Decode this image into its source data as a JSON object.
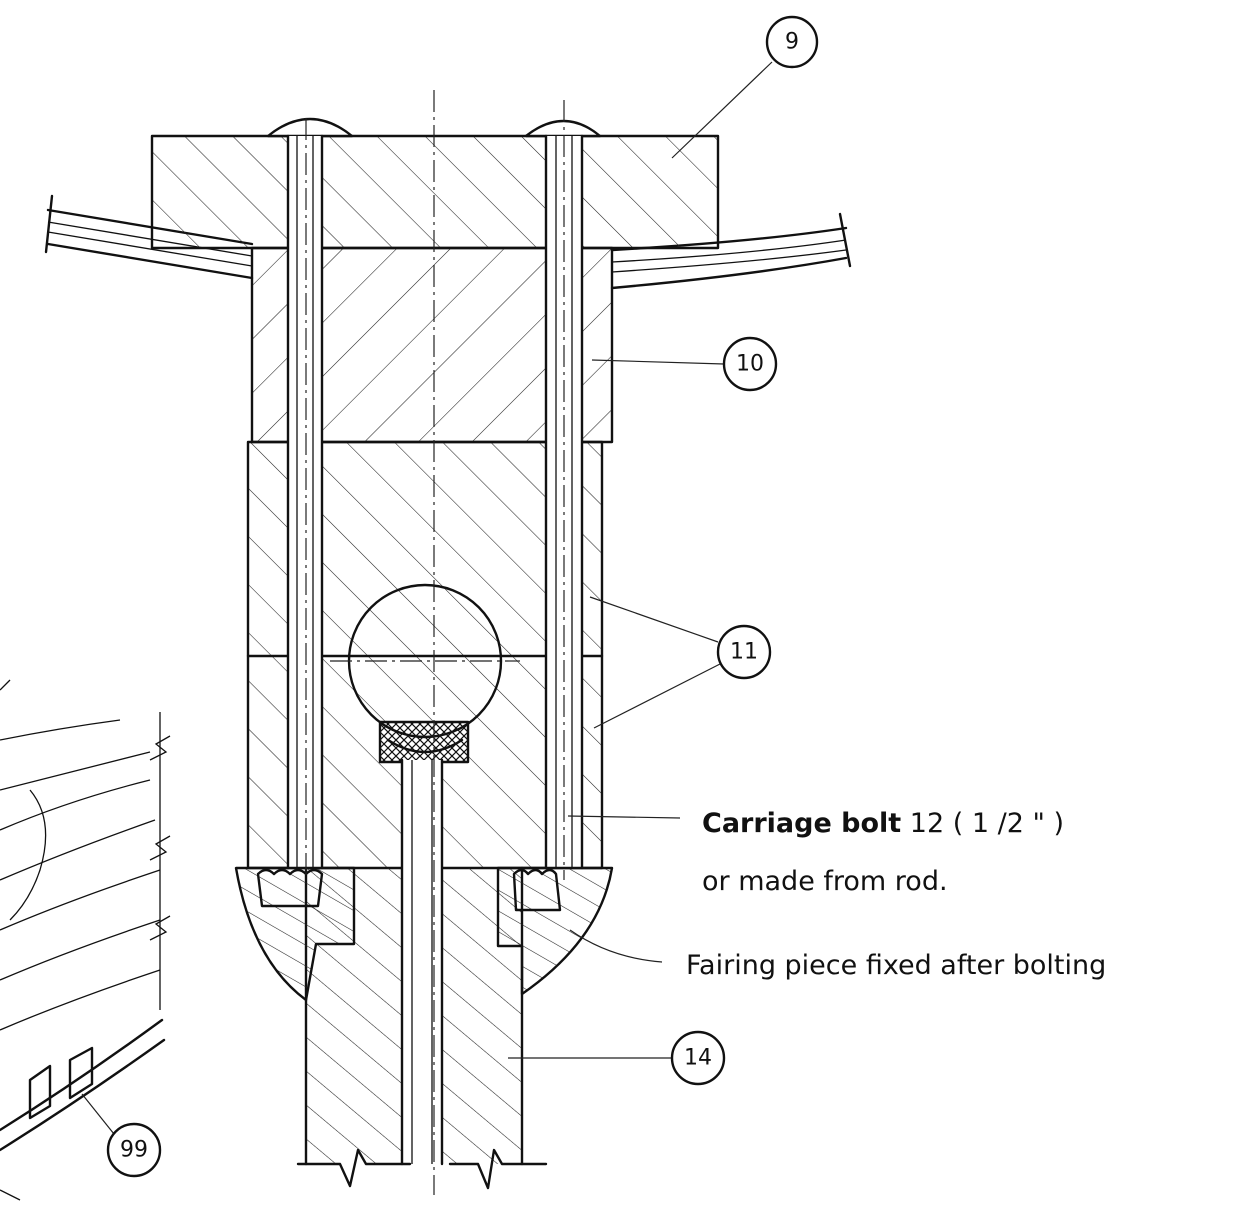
{
  "callouts": {
    "c9": "9",
    "c10": "10",
    "c11": "11",
    "c14": "14",
    "c99": "99"
  },
  "notes": {
    "carriage_bolt_line1_bold": "Carriage bolt",
    "carriage_bolt_line1_rest": " 12  ( 1 /2 \" )",
    "carriage_bolt_line2": "or made from rod.",
    "fairing": "Fairing piece fixed after bolting"
  },
  "colors": {
    "ink": "#111111",
    "paper": "#ffffff"
  }
}
